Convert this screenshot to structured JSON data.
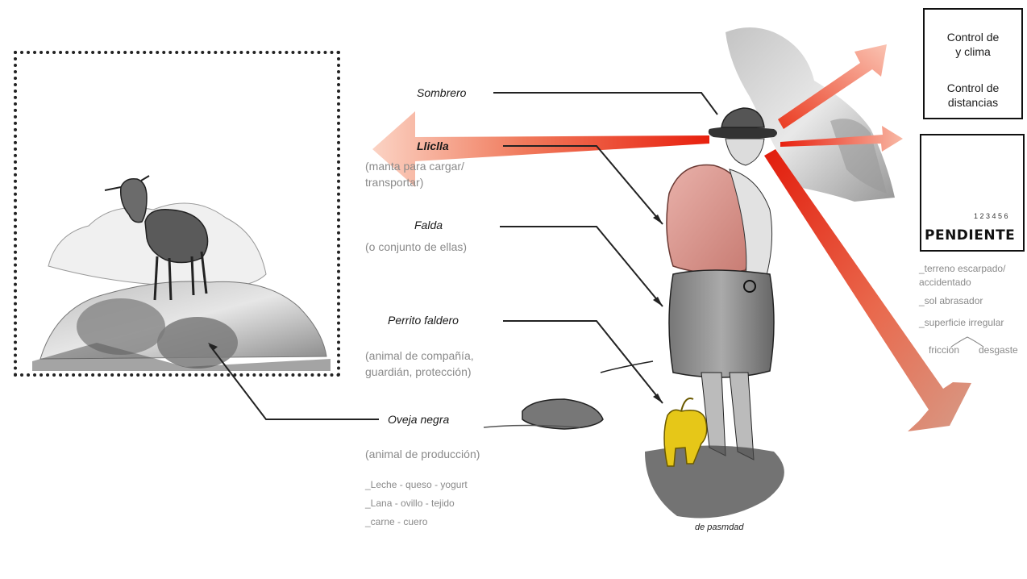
{
  "labels": {
    "sombrero": "Sombrero",
    "liclla": "Lliclla",
    "liclla_desc_1": "(manta para cargar/",
    "liclla_desc_2": "transportar)",
    "falda": "Falda",
    "falda_desc": "(o conjunto de ellas)",
    "perrito": "Perrito faldero",
    "perrito_desc_1": "(animal de compañía,",
    "perrito_desc_2": "guardián, protección)",
    "oveja": "Oveja negra",
    "oveja_desc": "(animal de producción)",
    "prod_1": "_Leche - queso - yogurt",
    "prod_2": "_Lana - ovillo - tejido",
    "prod_3": "_carne - cuero"
  },
  "control_box": {
    "line1": "Control de",
    "line2": "y clima",
    "line3": "Control de",
    "line4": "distancias"
  },
  "pendiente": {
    "word": "PENDIENTE",
    "scale": "1 2 3 4 5 6",
    "notes": [
      "_terreno escarpado/",
      "accidentado",
      "_sol abrasador",
      "_superficie irregular",
      "fricción",
      "desgaste"
    ]
  },
  "signature": "de pasmdad",
  "colors": {
    "arrow": "#e8200e",
    "dog": "#e6c718",
    "lliclla": "#d88f86",
    "frame": "#222222"
  }
}
